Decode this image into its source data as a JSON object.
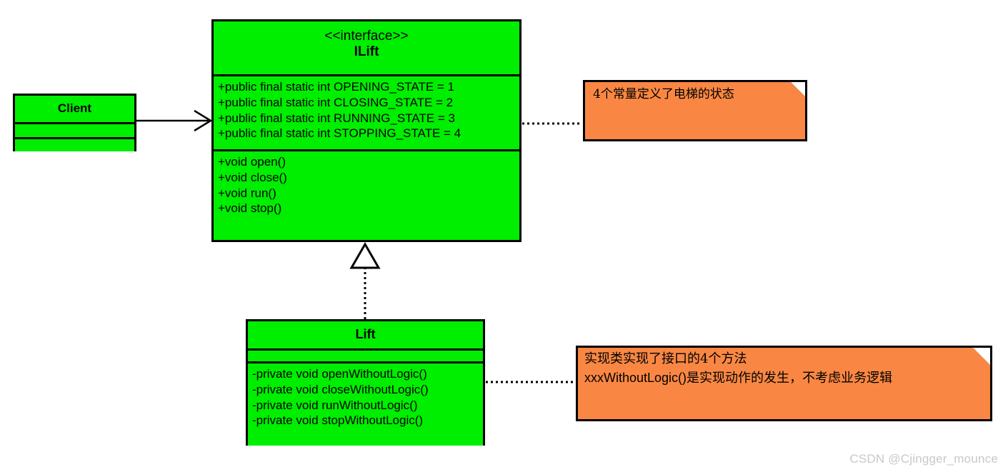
{
  "diagram": {
    "type": "uml-class-diagram",
    "title": "Lift / ILift UML class diagram",
    "colors": {
      "class_fill": "#00ee00",
      "note_fill": "#f98743",
      "stroke": "#000000",
      "background": "#ffffff",
      "watermark": "#c8c8c8"
    }
  },
  "classes": {
    "client": {
      "name": "Client",
      "stereotype": "",
      "attributes": [],
      "operations": []
    },
    "ilift": {
      "stereotype": "<<interface>>",
      "name": "ILift",
      "attributes": [
        "+public final static int OPENING_STATE = 1",
        "+public final static int CLOSING_STATE = 2",
        "+public final static int RUNNING_STATE = 3",
        "+public final static int STOPPING_STATE = 4"
      ],
      "operations": [
        "+void open()",
        "+void close()",
        "+void run()",
        "+void stop()"
      ]
    },
    "lift": {
      "name": "Lift",
      "stereotype": "",
      "attributes": [],
      "operations": [
        "-private void openWithoutLogic()",
        "-private void closeWithoutLogic()",
        "-private void runWithoutLogic()",
        "-private void stopWithoutLogic()"
      ]
    }
  },
  "notes": {
    "constants_note": {
      "text": "4个常量定义了电梯的状态",
      "attached_to": "ilift"
    },
    "implementation_note": {
      "line1": "实现类实现了接口的4个方法",
      "line2_prefix": "xxxWithoutLogic()",
      "line2_suffix": "是实现动作的发生，不考虑业务逻辑",
      "attached_to": "lift"
    }
  },
  "relationships": [
    {
      "name": "client-uses-ilift",
      "from": "Client",
      "to": "ILift",
      "kind": "association",
      "line": "solid",
      "arrowhead": "open"
    },
    {
      "name": "lift-realizes-ilift",
      "from": "Lift",
      "to": "ILift",
      "kind": "realization",
      "line": "dotted",
      "arrowhead": "hollow-triangle"
    },
    {
      "name": "ilift-constants-note-link",
      "from": "ILift",
      "to": "constants_note",
      "kind": "note-anchor",
      "line": "dotted",
      "arrowhead": "none"
    },
    {
      "name": "lift-impl-note-link",
      "from": "Lift",
      "to": "implementation_note",
      "kind": "note-anchor",
      "line": "dotted",
      "arrowhead": "none"
    }
  ],
  "watermark": {
    "text": "CSDN @Cjingger_mounce"
  }
}
